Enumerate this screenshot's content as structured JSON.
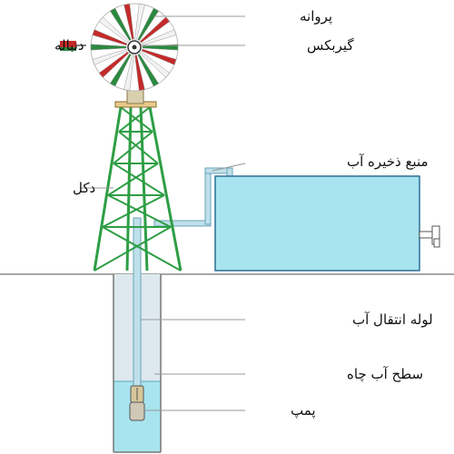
{
  "labels": {
    "blades": "پروانه",
    "gearbox": "گیربکس",
    "tail": "دنباله",
    "tower": "دکل",
    "storage_tank": "منبع ذخیره آب",
    "pipe": "لوله انتقال آب",
    "water_level": "سطح آب چاه",
    "pump": "پمپ"
  },
  "colors": {
    "tower": "#2e9e45",
    "blade_red": "#c42a2a",
    "blade_green": "#2a8a3e",
    "water": "#a8e4ef",
    "water_stroke": "#2a6f94",
    "ground": "#8a8a8a",
    "well_air": "#d8e6ec",
    "pipe": "#7fb6c9"
  }
}
